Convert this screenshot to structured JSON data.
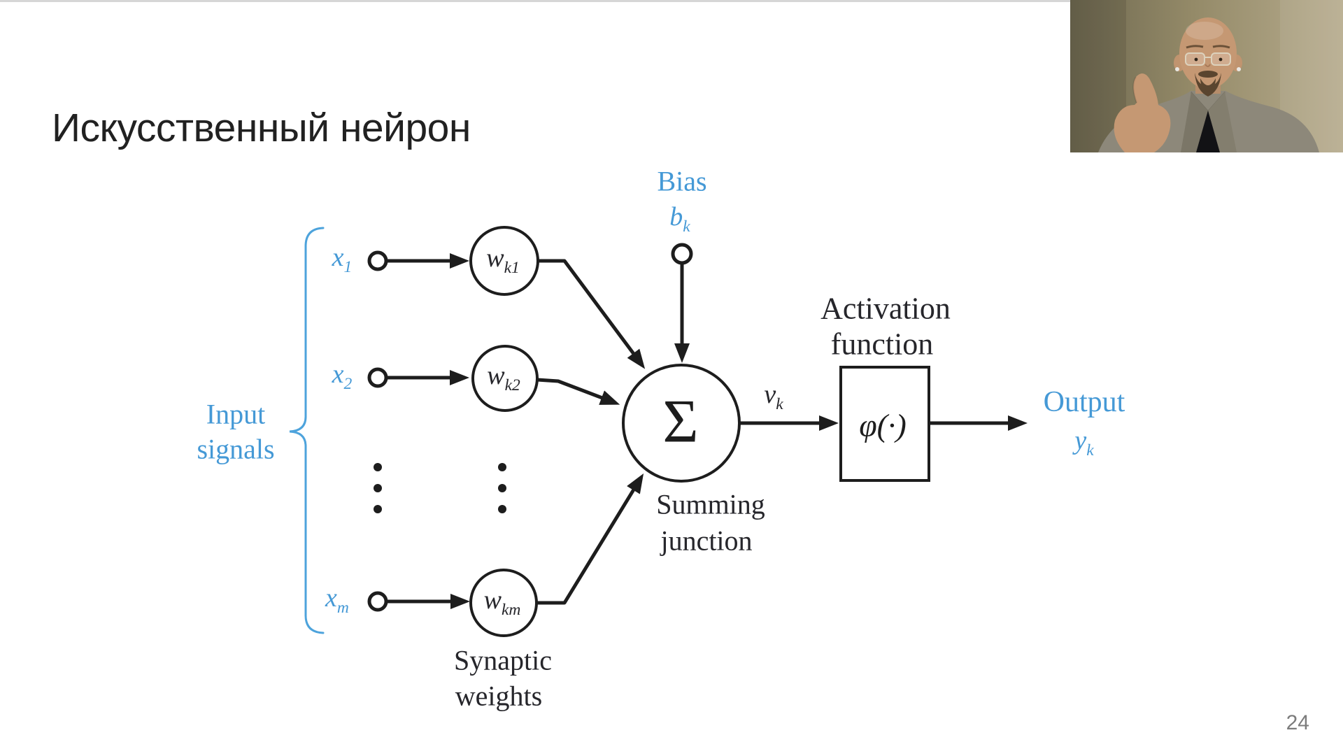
{
  "slide": {
    "title": "Искусственный нейрон",
    "page_number": "24"
  },
  "colors": {
    "accent_blue": "#4599d6",
    "diagram_ink": "#1d1d1d",
    "label_dark": "#26262b",
    "page_number_gray": "#7c7c7c"
  },
  "diagram": {
    "input_label": {
      "line1": "Input",
      "line2": "signals"
    },
    "inputs": [
      {
        "base": "x",
        "sub": "1"
      },
      {
        "base": "x",
        "sub": "2"
      },
      {
        "base": "x",
        "sub": "m"
      }
    ],
    "weights": [
      {
        "base": "w",
        "sub": "k1"
      },
      {
        "base": "w",
        "sub": "k2"
      },
      {
        "base": "w",
        "sub": "km"
      }
    ],
    "weights_label": {
      "line1": "Synaptic",
      "line2": "weights"
    },
    "bias": {
      "label": "Bias",
      "base": "b",
      "sub": "k"
    },
    "summing": {
      "symbol": "Σ",
      "line1": "Summing",
      "line2": "junction"
    },
    "net_symbol": {
      "base": "v",
      "sub": "k"
    },
    "activation": {
      "line1": "Activation",
      "line2": "function",
      "symbol": "φ(·)"
    },
    "output": {
      "label": "Output",
      "base": "y",
      "sub": "k"
    }
  }
}
